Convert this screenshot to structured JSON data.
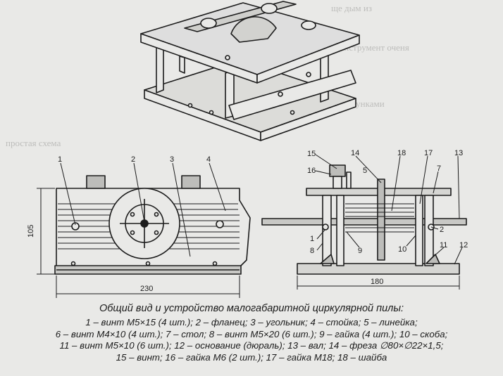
{
  "figure": {
    "callouts_front": [
      "1",
      "2",
      "3",
      "4"
    ],
    "callouts_side": [
      "15",
      "16",
      "14",
      "5",
      "18",
      "17",
      "13",
      "7",
      "1",
      "8",
      "9",
      "10",
      "2",
      "11",
      "12"
    ],
    "dimensions": {
      "height": "105",
      "width_front": "230",
      "width_side": "180"
    }
  },
  "caption": {
    "title": "Общий вид и устройство малогабаритной циркулярной пилы:",
    "lines": [
      "1 – винт М5×15 (4 шт.); 2 – фланец; 3 – угольник; 4 – стойка;  5 – линейка;",
      "6 – винт М4×10 (4 шт.); 7 – стол; 8 – винт М5×20 (6 шт.); 9 – гайка (4 шт.); 10 – скоба;",
      "11 – винт М5×10 (6 шт.); 12 – основание (дюраль); 13 – вал; 14 – фреза ∅80×∅22×1,5;",
      "15 – винт; 16 – гайка М6 (2 шт.); 17 – гайка М18; 18 – шайба"
    ]
  },
  "colors": {
    "ink": "#1c1c1c",
    "paper": "#e9e9e7",
    "shade": "#c8c8c5"
  }
}
